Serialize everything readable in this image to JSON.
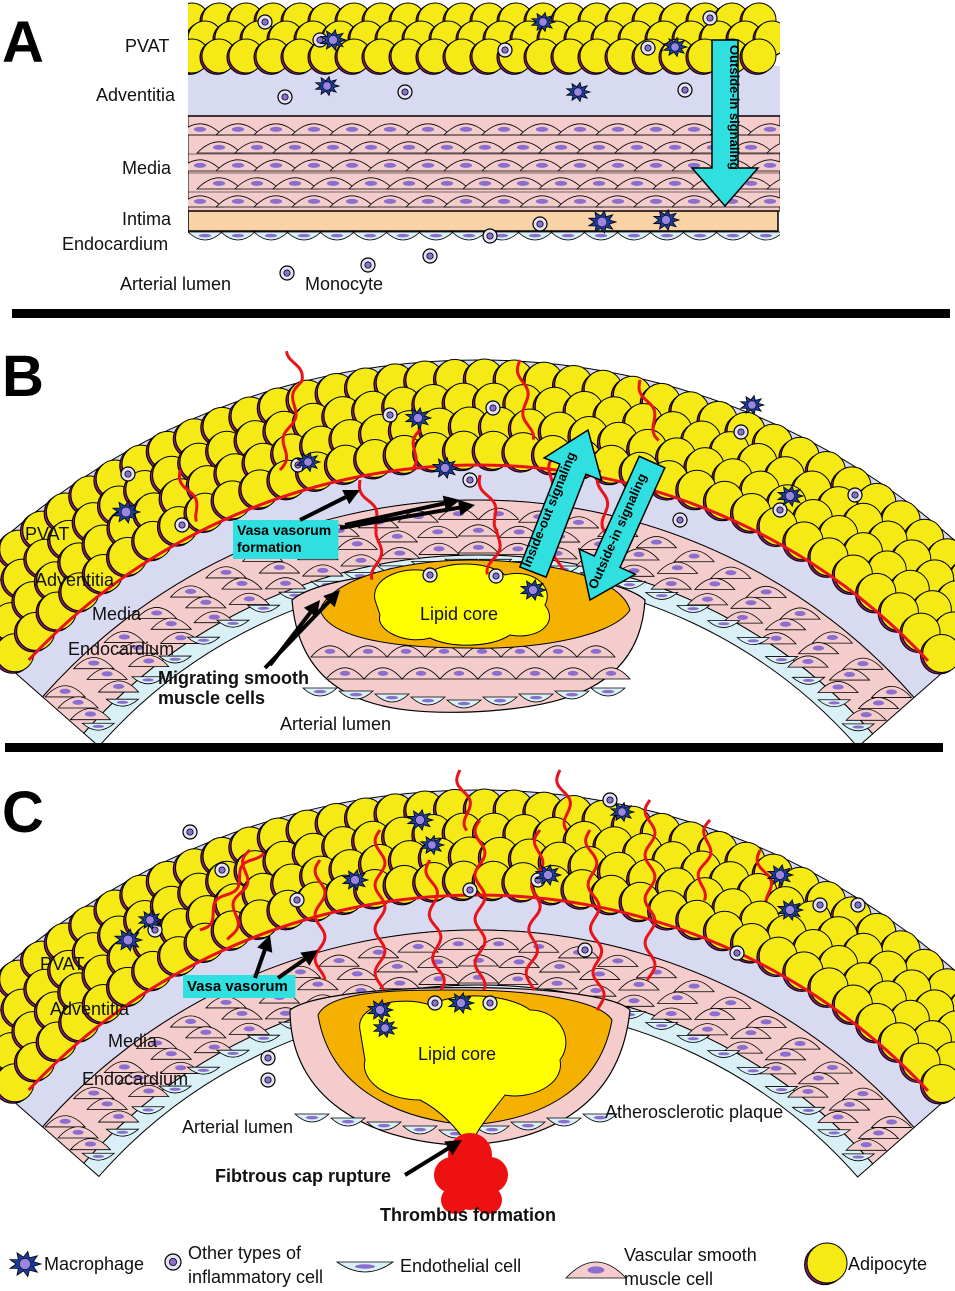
{
  "panels": [
    {
      "letter": "A",
      "labels": {
        "pvat": "PVAT",
        "adventitia": "Adventitia",
        "media": "Media",
        "intima": "Intima",
        "endocardium": "Endocardium",
        "lumen": "Arterial lumen",
        "monocyte": "Monocyte"
      },
      "arrows": [
        "Outside-in signaling"
      ]
    },
    {
      "letter": "B",
      "labels": {
        "pvat": "PVAT",
        "adventitia": "Adventitia",
        "media": "Media",
        "endocardium": "Endocardium",
        "lumen": "Arterial lumen",
        "lipid_core": "Lipid core",
        "vasa_vasorum": "Vasa vasorum formation",
        "migrating_1": "Migrating smooth",
        "migrating_2": "muscle cells"
      },
      "arrows": [
        "Inside-out signaling",
        "Outside-in signaling"
      ]
    },
    {
      "letter": "C",
      "labels": {
        "pvat": "PVAT",
        "adventitia": "Adventitia",
        "media": "Media",
        "endocardium": "Endocardium",
        "lumen": "Arterial lumen",
        "lipid_core": "Lipid core",
        "vasa_vasorum": "Vasa vasorum",
        "plaque": "Atherosclerotic plaque",
        "rupture": "Fibtrous cap rupture",
        "thrombus": "Thrombus formation"
      }
    }
  ],
  "legend": [
    {
      "icon": "macrophage-icon",
      "lines": [
        "Macrophage"
      ]
    },
    {
      "icon": "inflammatory-cell-icon",
      "lines": [
        "Other types of",
        "inflammatory cell"
      ]
    },
    {
      "icon": "endothelial-cell-icon",
      "lines": [
        "Endothelial cell"
      ]
    },
    {
      "icon": "smooth-muscle-cell-icon",
      "lines": [
        "Vascular smooth",
        "muscle cell"
      ]
    },
    {
      "icon": "adipocyte-icon",
      "lines": [
        "Adipocyte"
      ]
    }
  ],
  "colors": {
    "adipocyte": "#f5ea16",
    "adventitia": "#d7daf0",
    "media": "#f5cccc",
    "intima": "#f9d2a6",
    "endothelium": "#d8f0f6",
    "vasa_vasorum": "#e8141a",
    "signal_arrow": "#30e0e0",
    "plaque": "#f5b100",
    "lipid_core": "#ffff00",
    "thrombus": "#ee1111",
    "macrophage": "#1b3c9e",
    "nucleus": "#8a6fd0"
  }
}
